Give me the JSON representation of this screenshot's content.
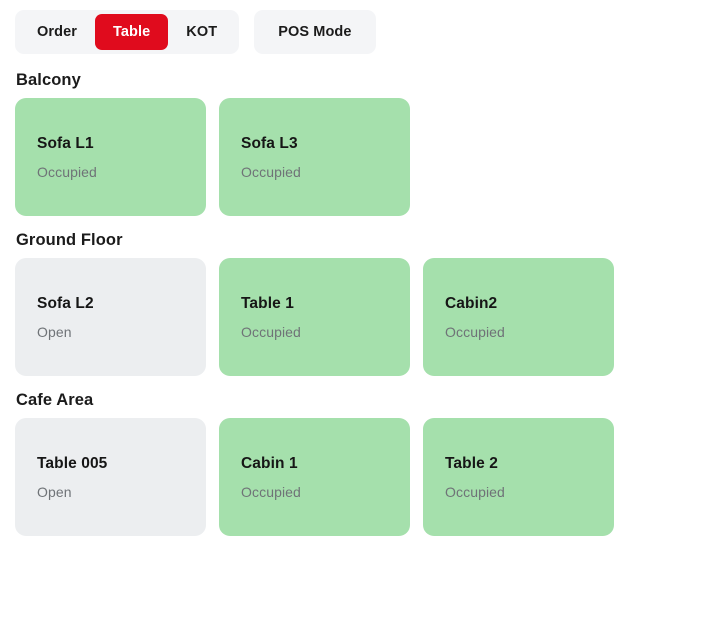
{
  "theme": {
    "accent_red": "#E00B1D",
    "occupied_green": "#A5E0AC",
    "open_grey": "#ECEEF0",
    "tabgroup_bg": "#F4F5F7",
    "page_bg": "#FFFFFF",
    "title_text": "#161616",
    "status_text": "#6F7377"
  },
  "tabbar": {
    "primary_group": [
      {
        "label": "Order",
        "active": false
      },
      {
        "label": "Table",
        "active": true
      },
      {
        "label": "KOT",
        "active": false
      }
    ],
    "secondary_group": [
      {
        "label": "POS Mode",
        "active": false
      }
    ]
  },
  "sections": [
    {
      "title": "Balcony",
      "cards": [
        {
          "name": "Sofa L1",
          "status": "Occupied",
          "state": "occupied"
        },
        {
          "name": "Sofa L3",
          "status": "Occupied",
          "state": "occupied"
        }
      ]
    },
    {
      "title": "Ground Floor",
      "cards": [
        {
          "name": "Sofa L2",
          "status": "Open",
          "state": "open"
        },
        {
          "name": "Table 1",
          "status": "Occupied",
          "state": "occupied"
        },
        {
          "name": "Cabin2",
          "status": "Occupied",
          "state": "occupied"
        }
      ]
    },
    {
      "title": "Cafe Area",
      "cards": [
        {
          "name": "Table 005",
          "status": "Open",
          "state": "open"
        },
        {
          "name": "Cabin 1",
          "status": "Occupied",
          "state": "occupied"
        },
        {
          "name": "Table 2",
          "status": "Occupied",
          "state": "occupied"
        }
      ]
    }
  ]
}
